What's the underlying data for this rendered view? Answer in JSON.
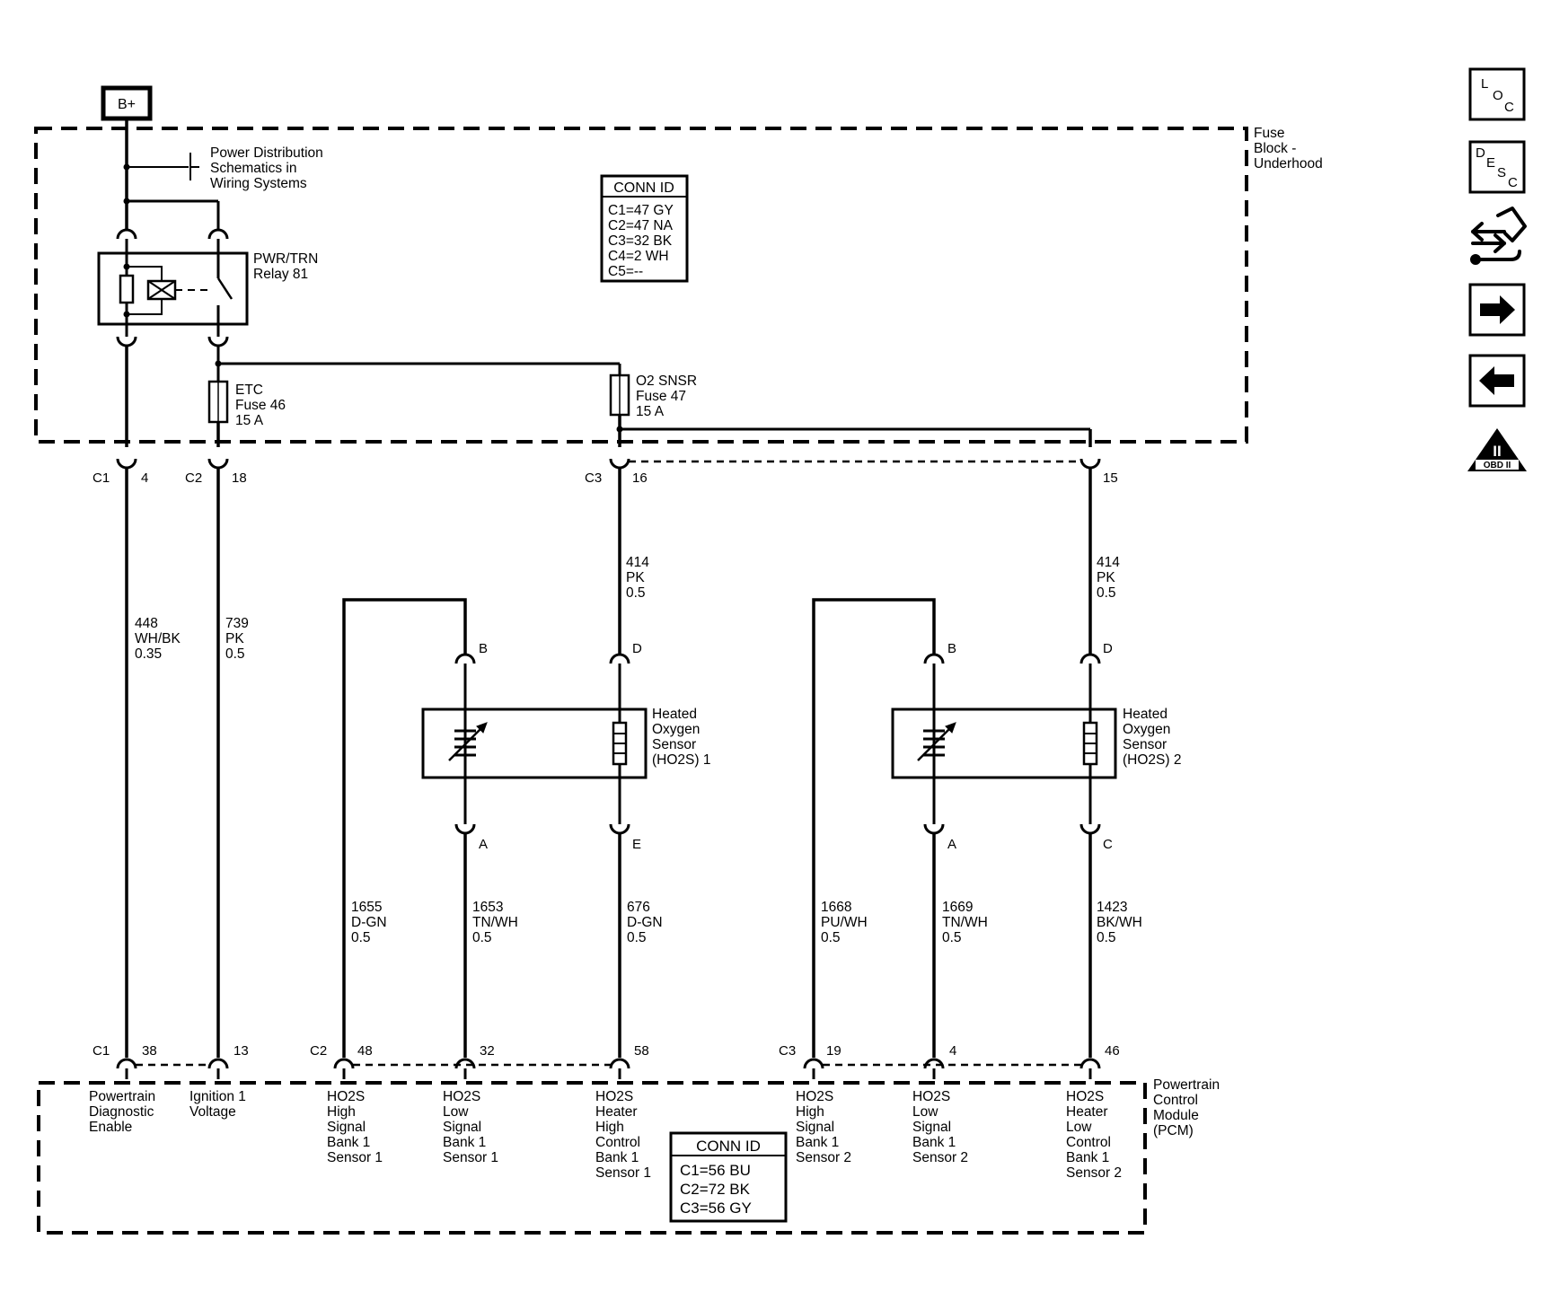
{
  "power_source": "B+",
  "fuse_block": {
    "name": [
      "Fuse",
      "Block -",
      "Underhood"
    ],
    "power_ref": [
      "Power Distribution",
      "Schematics in",
      "Wiring Systems"
    ],
    "relay": [
      "PWR/TRN",
      "Relay 81"
    ],
    "fuse_etc": [
      "ETC",
      "Fuse 46",
      "15 A"
    ],
    "fuse_o2": [
      "O2 SNSR",
      "Fuse 47",
      "15 A"
    ],
    "conn_id": {
      "title": "CONN ID",
      "lines": [
        "C1=47 GY",
        "C2=47 NA",
        "C3=32 BK",
        "C4=2 WH",
        "C5=--"
      ]
    }
  },
  "fuse_block_pins": {
    "c1": "C1",
    "c1_pin": "4",
    "c2": "C2",
    "c2_pin": "18",
    "c3": "C3",
    "c3_pin": "16",
    "pin15": "15"
  },
  "wires": {
    "w448": [
      "448",
      "WH/BK",
      "0.35"
    ],
    "w739": [
      "739",
      "PK",
      "0.5"
    ],
    "w414a": [
      "414",
      "PK",
      "0.5"
    ],
    "w414b": [
      "414",
      "PK",
      "0.5"
    ],
    "w1655": [
      "1655",
      "D-GN",
      "0.5"
    ],
    "w1653": [
      "1653",
      "TN/WH",
      "0.5"
    ],
    "w676": [
      "676",
      "D-GN",
      "0.5"
    ],
    "w1668": [
      "1668",
      "PU/WH",
      "0.5"
    ],
    "w1669": [
      "1669",
      "TN/WH",
      "0.5"
    ],
    "w1423": [
      "1423",
      "BK/WH",
      "0.5"
    ]
  },
  "sensor1": {
    "name": [
      "Heated",
      "Oxygen",
      "Sensor",
      "(HO2S) 1"
    ],
    "pins": {
      "b": "B",
      "d": "D",
      "a": "A",
      "e": "E"
    }
  },
  "sensor2": {
    "name": [
      "Heated",
      "Oxygen",
      "Sensor",
      "(HO2S) 2"
    ],
    "pins": {
      "b": "B",
      "d": "D",
      "a": "A",
      "c": "C"
    }
  },
  "pcm_pins": {
    "c1": "C1",
    "p38": "38",
    "p13": "13",
    "c2": "C2",
    "p48": "48",
    "p32": "32",
    "p58": "58",
    "c3": "C3",
    "p19": "19",
    "p4": "4",
    "p46": "46"
  },
  "pcm": {
    "name": [
      "Powertrain",
      "Control",
      "Module",
      "(PCM)"
    ],
    "circuits": {
      "diag": [
        "Powertrain",
        "Diagnostic",
        "Enable"
      ],
      "ign": [
        "Ignition 1",
        "Voltage"
      ],
      "hs1": [
        "HO2S",
        "High",
        "Signal",
        "Bank 1",
        "Sensor 1"
      ],
      "ls1": [
        "HO2S",
        "Low",
        "Signal",
        "Bank 1",
        "Sensor 1"
      ],
      "hh1": [
        "HO2S",
        "Heater",
        "High",
        "Control",
        "Bank 1",
        "Sensor 1"
      ],
      "hs2": [
        "HO2S",
        "High",
        "Signal",
        "Bank 1",
        "Sensor 2"
      ],
      "ls2": [
        "HO2S",
        "Low",
        "Signal",
        "Bank 1",
        "Sensor 2"
      ],
      "hl2": [
        "HO2S",
        "Heater",
        "Low",
        "Control",
        "Bank 1",
        "Sensor 2"
      ]
    },
    "conn_id": {
      "title": "CONN ID",
      "lines": [
        "C1=56 BU",
        "C2=72 BK",
        "C3=56 GY"
      ]
    }
  },
  "side_nav": {
    "loc": [
      "L",
      "O",
      "C"
    ],
    "desc": [
      "D",
      "E",
      "S",
      "C"
    ],
    "obd": [
      "II",
      "OBD II"
    ],
    "icons": [
      "component-view-icon",
      "next-page-arrow-icon",
      "previous-page-arrow-icon"
    ]
  }
}
